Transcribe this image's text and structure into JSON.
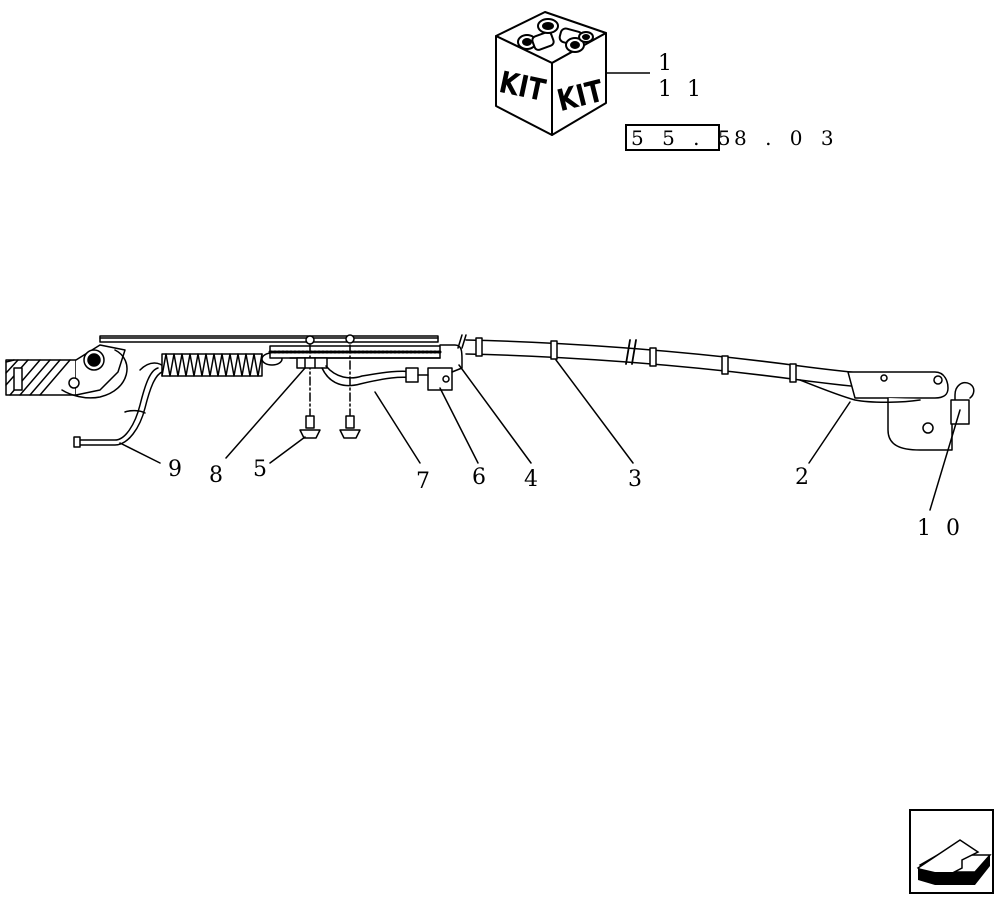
{
  "kit": {
    "label_left": "KIT",
    "label_right": "KIT",
    "callout_line1": "1",
    "callout_line2": "1 1"
  },
  "reference": {
    "boxed_part": "5 5 . 5",
    "suffix": "8 . 0 3"
  },
  "callouts": {
    "c9": "9",
    "c8": "8",
    "c5": "5",
    "c7": "7",
    "c6": "6",
    "c4": "4",
    "c3": "3",
    "c2": "2",
    "c10": "1 0"
  },
  "icons": {
    "kit_box": "kit-box-icon",
    "navigation": "back-arrow-icon"
  }
}
